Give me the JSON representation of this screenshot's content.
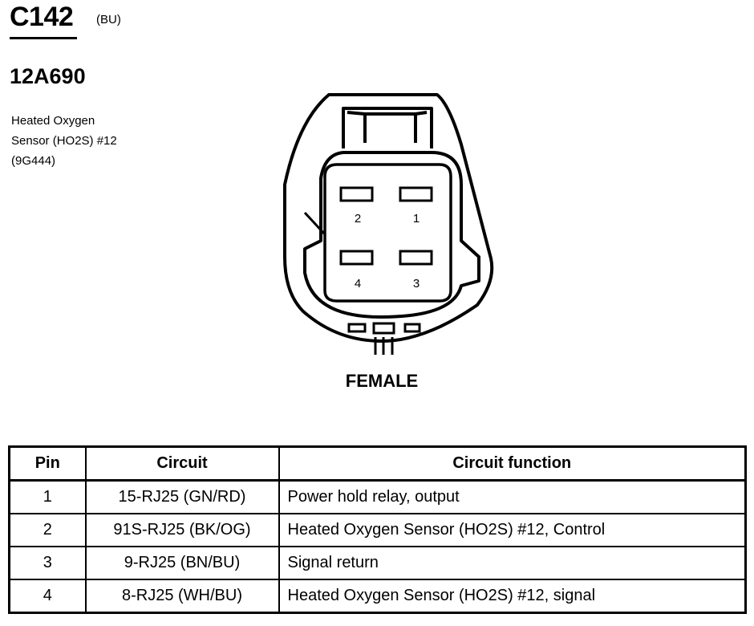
{
  "header": {
    "connector_id": "C142",
    "connector_color": "(BU)",
    "part_number": "12A690",
    "description_lines": [
      "Heated Oxygen",
      "Sensor (HO2S) #12",
      "(9G444)"
    ]
  },
  "connector": {
    "pins": [
      "1",
      "2",
      "3",
      "4"
    ],
    "view_label": "FEMALE"
  },
  "table": {
    "headers": [
      "Pin",
      "Circuit",
      "Circuit function"
    ],
    "rows": [
      {
        "pin": "1",
        "circuit": "15-RJ25 (GN/RD)",
        "function": "Power hold relay, output"
      },
      {
        "pin": "2",
        "circuit": "91S-RJ25 (BK/OG)",
        "function": "Heated Oxygen Sensor (HO2S) #12, Control"
      },
      {
        "pin": "3",
        "circuit": "9-RJ25 (BN/BU)",
        "function": "Signal return"
      },
      {
        "pin": "4",
        "circuit": "8-RJ25 (WH/BU)",
        "function": "Heated Oxygen Sensor (HO2S) #12, signal"
      }
    ]
  }
}
